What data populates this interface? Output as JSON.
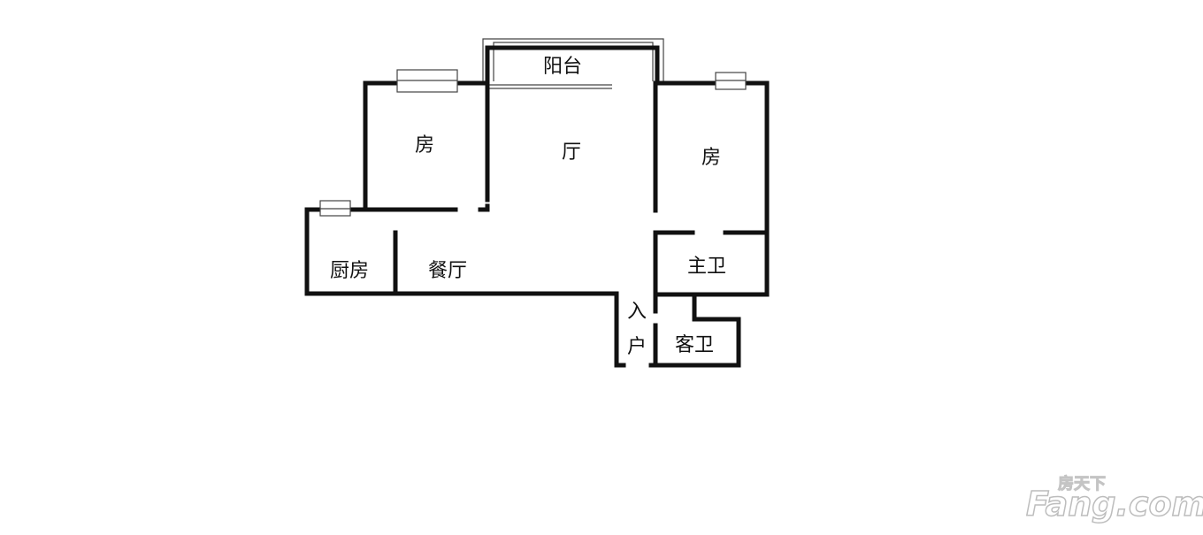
{
  "rooms": {
    "balcony": "阳台",
    "bedroom_left": "房",
    "living_room": "厅",
    "bedroom_right": "房",
    "kitchen": "厨房",
    "dining_room": "餐厅",
    "master_bath": "主卫",
    "entrance_1": "入",
    "entrance_2": "户",
    "guest_bath": "客卫"
  },
  "watermark": {
    "cn": "房天下",
    "en": "Fang.com"
  },
  "colors": {
    "wall": "#111111",
    "window": "#444444",
    "watermark": "#cfcfcf"
  }
}
